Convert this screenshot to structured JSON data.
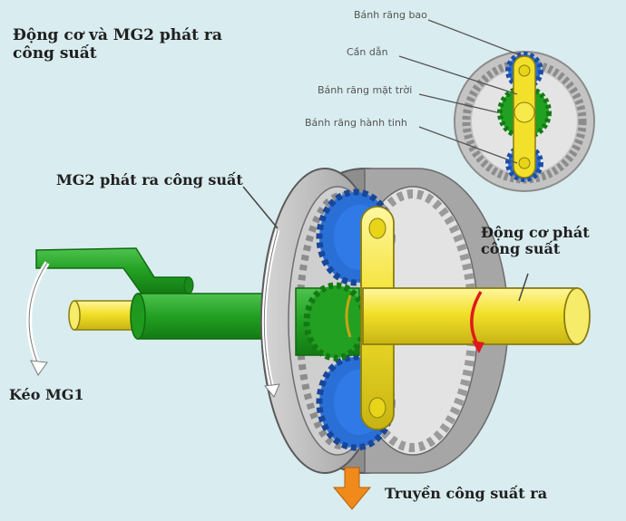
{
  "title_line1": "Động cơ và MG2 phát ra",
  "title_line2": "công suất",
  "label_mg2": "MG2 phát ra công suất",
  "label_engine_line1": "Động cơ phát",
  "label_engine_line2": "công suất",
  "label_mg1": "Kéo MG1",
  "label_output": "Truyền công suất ra",
  "inset_labels": {
    "ring_gear": "Bánh răng bao",
    "carrier": "Cần dẫn",
    "sun_gear": "Bánh răng mặt trời",
    "planet_gear": "Bánh răng hành tinh"
  },
  "colors": {
    "background": "#d9ecef",
    "ring": "#b9b9b9",
    "ring_dark": "#8c8c8c",
    "planet": "#2a6fd6",
    "sun_and_mg1": "#22a022",
    "carrier_and_shaft": "#f2e02a",
    "arrow_red": "#e0191c",
    "arrow_orange": "#f08a1a"
  },
  "icons": {
    "mg1_rotation": "curved-arrow-icon",
    "ring_rotation": "curved-arrow-icon",
    "engine_rotation": "red-curved-arrow-icon",
    "output": "down-arrow-icon"
  }
}
